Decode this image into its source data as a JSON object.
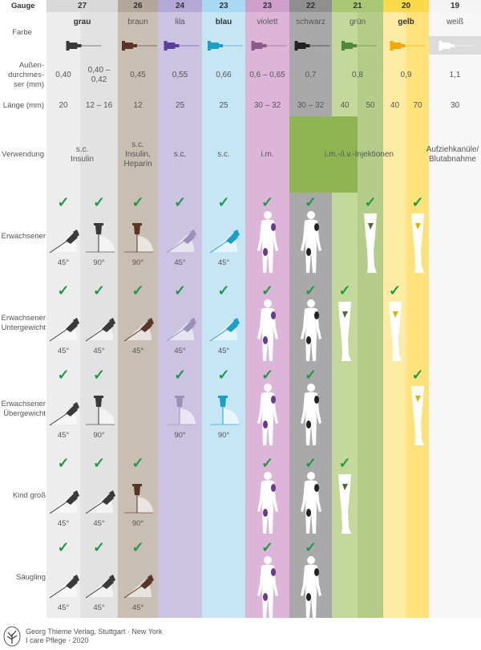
{
  "row_labels": {
    "gauge": "Gauge",
    "farbe": "Farbe",
    "aussen": "Außen-\ndurchmes-\nser (mm)",
    "laenge": "Länge (mm)",
    "verwendung": "Verwendung",
    "erwachsener": "Erwachsener",
    "untergewicht": "Erwachsener\nUntergewicht",
    "uebergewicht": "Erwachsener\nÜbergewicht",
    "kind": "Kind groß",
    "saeugling": "Säugling"
  },
  "columns": [
    {
      "gauge": "27",
      "farbe": "grau",
      "bold": true,
      "needle_color": "#3a3a3a",
      "header_bg": "#d9d9d9",
      "aussen": [
        "0,40",
        "0,40 –\n0,42"
      ],
      "laenge": [
        "20",
        "12 – 16"
      ],
      "verwendung": "s.c.\nInsulin"
    },
    {
      "gauge": "26",
      "farbe": "braun",
      "bold": false,
      "needle_color": "#5a3426",
      "header_bg": "#b3a797",
      "aussen": [
        "0,45"
      ],
      "laenge": [
        "12"
      ],
      "verwendung": "s.c.\nInsulin,\nHeparin"
    },
    {
      "gauge": "24",
      "farbe": "lila",
      "bold": false,
      "needle_color": "#5b3f9a",
      "header_bg": "#b4a9d6",
      "aussen": [
        "0,55"
      ],
      "laenge": [
        "25"
      ],
      "verwendung": "s.c."
    },
    {
      "gauge": "23",
      "farbe": "blau",
      "bold": true,
      "needle_color": "#1aa0c8",
      "header_bg": "#a7daf2",
      "aussen": [
        "0,66"
      ],
      "laenge": [
        "25"
      ],
      "verwendung": "s.c."
    },
    {
      "gauge": "23",
      "farbe": "violett",
      "bold": false,
      "needle_color": "#8a5a8c",
      "header_bg": "#cf9fcc",
      "aussen": [
        "0,6 – 0,65"
      ],
      "laenge": [
        "30 – 32"
      ],
      "verwendung": "i.m."
    },
    {
      "gauge": "22",
      "farbe": "schwarz",
      "bold": false,
      "needle_color": "#222222",
      "header_bg": "#8f8f8f",
      "aussen": [
        "0,7"
      ],
      "laenge": [
        "30 – 32"
      ],
      "verwendung": ""
    },
    {
      "gauge": "21",
      "farbe": "grün",
      "bold": false,
      "needle_color": "#4c8a3a",
      "header_bg": "#a9c875",
      "aussen": [
        "0,8"
      ],
      "laenge": [
        "40",
        "50"
      ],
      "verwendung": ""
    },
    {
      "gauge": "20",
      "farbe": "gelb",
      "bold": true,
      "needle_color": "#f4a800",
      "header_bg": "#fcd94a",
      "aussen": [
        "0,9"
      ],
      "laenge": [
        "40",
        "70"
      ],
      "verwendung": ""
    },
    {
      "gauge": "19",
      "farbe": "weiß",
      "bold": false,
      "needle_color": "#ffffff",
      "header_bg": "#f4f4f4",
      "aussen": [
        "1,1"
      ],
      "laenge": [
        "30"
      ],
      "verwendung": "Aufziehkanüle/\nBlutabnahme"
    }
  ],
  "verwendung_shared": "i.m.-/i.v.-Injektionen",
  "strip_colors": [
    "#ededed",
    "#e2e2e2",
    "#c8beb2",
    "#cbc3e1",
    "#c6e6f6",
    "#dcb5d8",
    "#a9a9a9",
    "#c5d89c",
    "#b6cd89",
    "#feeba3",
    "#fde27a",
    "#f7f7f7"
  ],
  "verwendung_highlight": "#8fb552",
  "check_color": "#1f9a4a",
  "rows": [
    {
      "key": "erwachsener",
      "cells": [
        {
          "icon": "needle-45",
          "color": "#3a3a3a",
          "check": true,
          "angle": "45°"
        },
        {
          "icon": "needle-90",
          "color": "#3a3a3a",
          "check": true,
          "angle": "90°"
        },
        {
          "icon": "needle-90",
          "color": "#5a3426",
          "check": true,
          "angle": "90°"
        },
        {
          "icon": "needle-45",
          "color": "#9a90b8",
          "check": true,
          "angle": "45°"
        },
        {
          "icon": "needle-45",
          "color": "#1aa0c8",
          "check": true,
          "angle": "45°"
        },
        {
          "icon": "body",
          "color": "#6a3a8a",
          "check": true,
          "angle": ""
        },
        {
          "icon": "body",
          "color": "#222222",
          "check": true,
          "angle": ""
        },
        null,
        {
          "icon": "leg",
          "color": "#4e6a35",
          "check": true,
          "angle": ""
        },
        null,
        {
          "icon": "leg",
          "color": "#d8b400",
          "check": true,
          "angle": ""
        },
        null
      ]
    },
    {
      "key": "untergewicht",
      "cells": [
        {
          "icon": "needle-45",
          "color": "#3a3a3a",
          "check": true,
          "angle": "45°"
        },
        {
          "icon": "needle-45",
          "color": "#3a3a3a",
          "check": true,
          "angle": "45°"
        },
        {
          "icon": "needle-45",
          "color": "#5a3426",
          "check": true,
          "angle": "45°"
        },
        {
          "icon": "needle-45",
          "color": "#9a90b8",
          "check": true,
          "angle": "45°"
        },
        {
          "icon": "needle-45",
          "color": "#1aa0c8",
          "check": true,
          "angle": "45°"
        },
        {
          "icon": "body",
          "color": "#6a3a8a",
          "check": true,
          "angle": ""
        },
        {
          "icon": "body",
          "color": "#222222",
          "check": true,
          "angle": ""
        },
        {
          "icon": "leg",
          "color": "#4e6a35",
          "check": true,
          "angle": ""
        },
        null,
        {
          "icon": "leg",
          "color": "#d8b400",
          "check": true,
          "angle": ""
        },
        null,
        null
      ]
    },
    {
      "key": "uebergewicht",
      "cells": [
        {
          "icon": "needle-45",
          "color": "#3a3a3a",
          "check": true,
          "angle": "45°"
        },
        {
          "icon": "needle-90",
          "color": "#3a3a3a",
          "check": true,
          "angle": "90°"
        },
        null,
        {
          "icon": "needle-90",
          "color": "#9a90b8",
          "check": true,
          "angle": "90°"
        },
        {
          "icon": "needle-90",
          "color": "#1aa0c8",
          "check": true,
          "angle": "90°"
        },
        {
          "icon": "body",
          "color": "#6a3a8a",
          "check": true,
          "angle": ""
        },
        {
          "icon": "body",
          "color": "#222222",
          "check": true,
          "angle": ""
        },
        null,
        null,
        null,
        {
          "icon": "leg",
          "color": "#d8b400",
          "check": true,
          "angle": ""
        },
        null
      ]
    },
    {
      "key": "kind",
      "cells": [
        {
          "icon": "needle-45",
          "color": "#3a3a3a",
          "check": true,
          "angle": "45°"
        },
        {
          "icon": "needle-45",
          "color": "#3a3a3a",
          "check": true,
          "angle": "45°"
        },
        {
          "icon": "needle-90",
          "color": "#5a3426",
          "check": true,
          "angle": "90°"
        },
        null,
        null,
        {
          "icon": "body",
          "color": "#6a3a8a",
          "check": true,
          "angle": ""
        },
        {
          "icon": "body",
          "color": "#222222",
          "check": true,
          "angle": ""
        },
        {
          "icon": "leg",
          "color": "#4e6a35",
          "check": true,
          "angle": ""
        },
        null,
        null,
        null,
        null
      ]
    },
    {
      "key": "saeugling",
      "cells": [
        {
          "icon": "needle-45",
          "color": "#3a3a3a",
          "check": true,
          "angle": "45°"
        },
        {
          "icon": "needle-45",
          "color": "#3a3a3a",
          "check": true,
          "angle": "45°"
        },
        {
          "icon": "needle-45",
          "color": "#5a3426",
          "check": true,
          "angle": "45°"
        },
        null,
        null,
        {
          "icon": "body",
          "color": "#6a3a8a",
          "check": true,
          "angle": ""
        },
        {
          "icon": "body",
          "color": "#222222",
          "check": true,
          "angle": ""
        },
        null,
        null,
        null,
        null,
        null
      ]
    }
  ],
  "footer": {
    "line1": "Georg Thieme Verlag, Stuttgart · New York",
    "line2": "I care Pflege · 2020"
  }
}
